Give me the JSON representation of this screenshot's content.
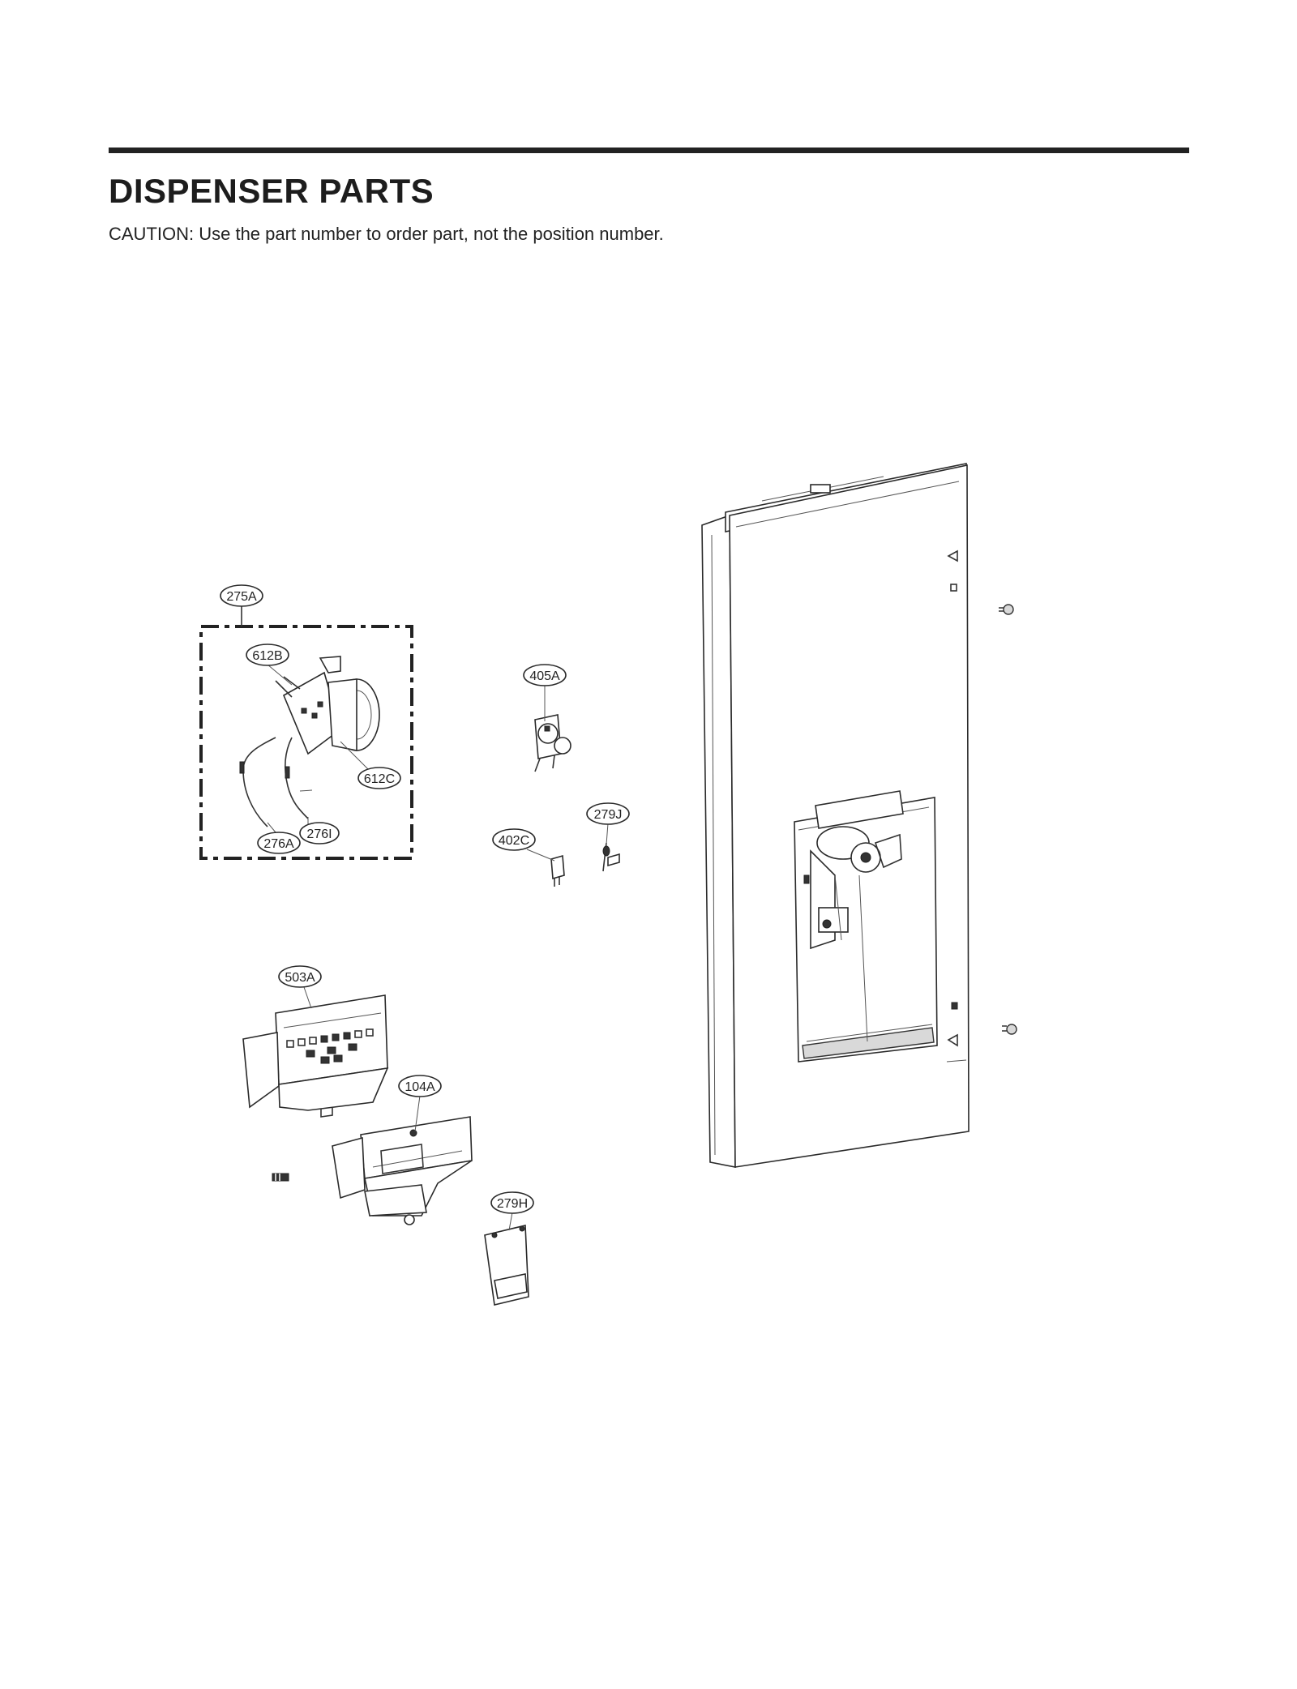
{
  "header": {
    "title": "DISPENSER PARTS",
    "caution": "CAUTION: Use the part number to order part, not the position number."
  },
  "callouts": {
    "c275A": "275A",
    "c612B": "612B",
    "c612C": "612C",
    "c276A": "276A",
    "c276I": "276I",
    "c405A": "405A",
    "c402C": "402C",
    "c279J": "279J",
    "c503A": "503A",
    "c104A": "104A",
    "c279H": "279H"
  },
  "colors": {
    "ink": "#222222",
    "background": "#ffffff"
  }
}
